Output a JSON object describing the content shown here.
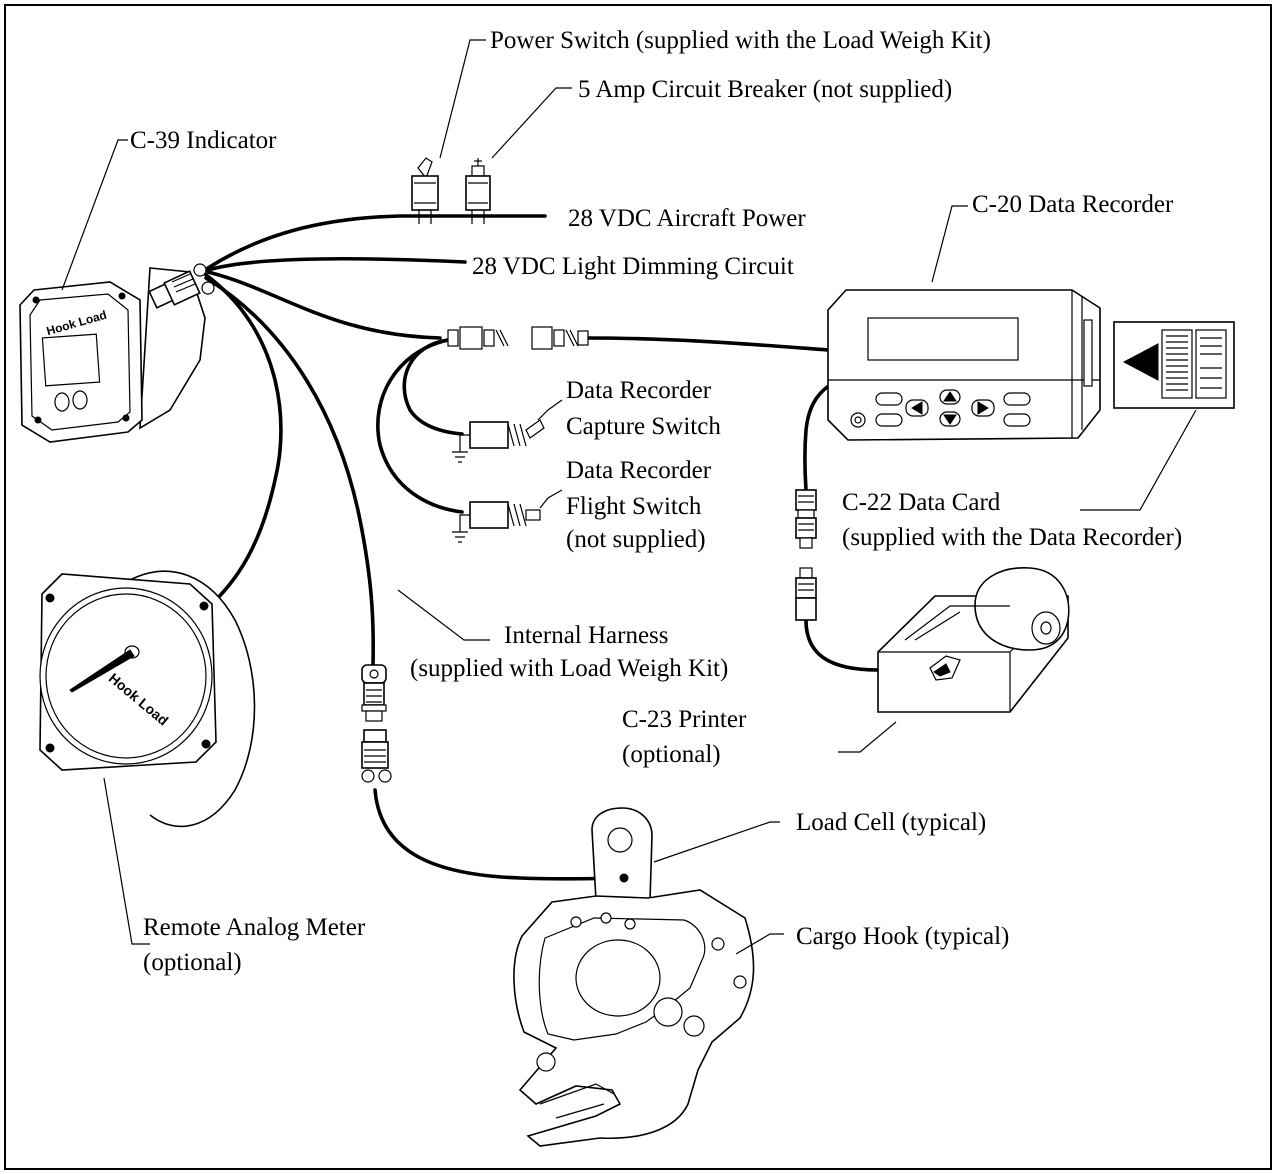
{
  "labels": {
    "power_switch": "Power Switch (supplied with the Load Weigh Kit)",
    "circuit_breaker": "5 Amp Circuit Breaker (not supplied)",
    "c39_indicator": "C-39 Indicator",
    "aircraft_power": "28 VDC Aircraft Power",
    "light_dimming": "28 VDC Light Dimming Circuit",
    "c20_data_recorder": "C-20 Data Recorder",
    "capture_switch_line1": "Data Recorder",
    "capture_switch_line2": "Capture Switch",
    "flight_switch_line1": "Data Recorder",
    "flight_switch_line2": "Flight Switch",
    "flight_switch_line3": "(not supplied)",
    "c22_data_card_line1": "C-22 Data Card",
    "c22_data_card_line2": "(supplied with the Data Recorder)",
    "internal_harness_line1": "Internal Harness",
    "internal_harness_line2": "(supplied with Load Weigh Kit)",
    "c23_printer_line1": "C-23 Printer",
    "c23_printer_line2": "(optional)",
    "load_cell": "Load Cell (typical)",
    "cargo_hook": "Cargo Hook (typical)",
    "remote_meter_line1": "Remote Analog Meter",
    "remote_meter_line2": "(optional)"
  },
  "device_text": {
    "indicator_face": "Hook Load",
    "meter_face": "Hook Load"
  },
  "colors": {
    "ink": "#000000",
    "paper": "#ffffff"
  }
}
